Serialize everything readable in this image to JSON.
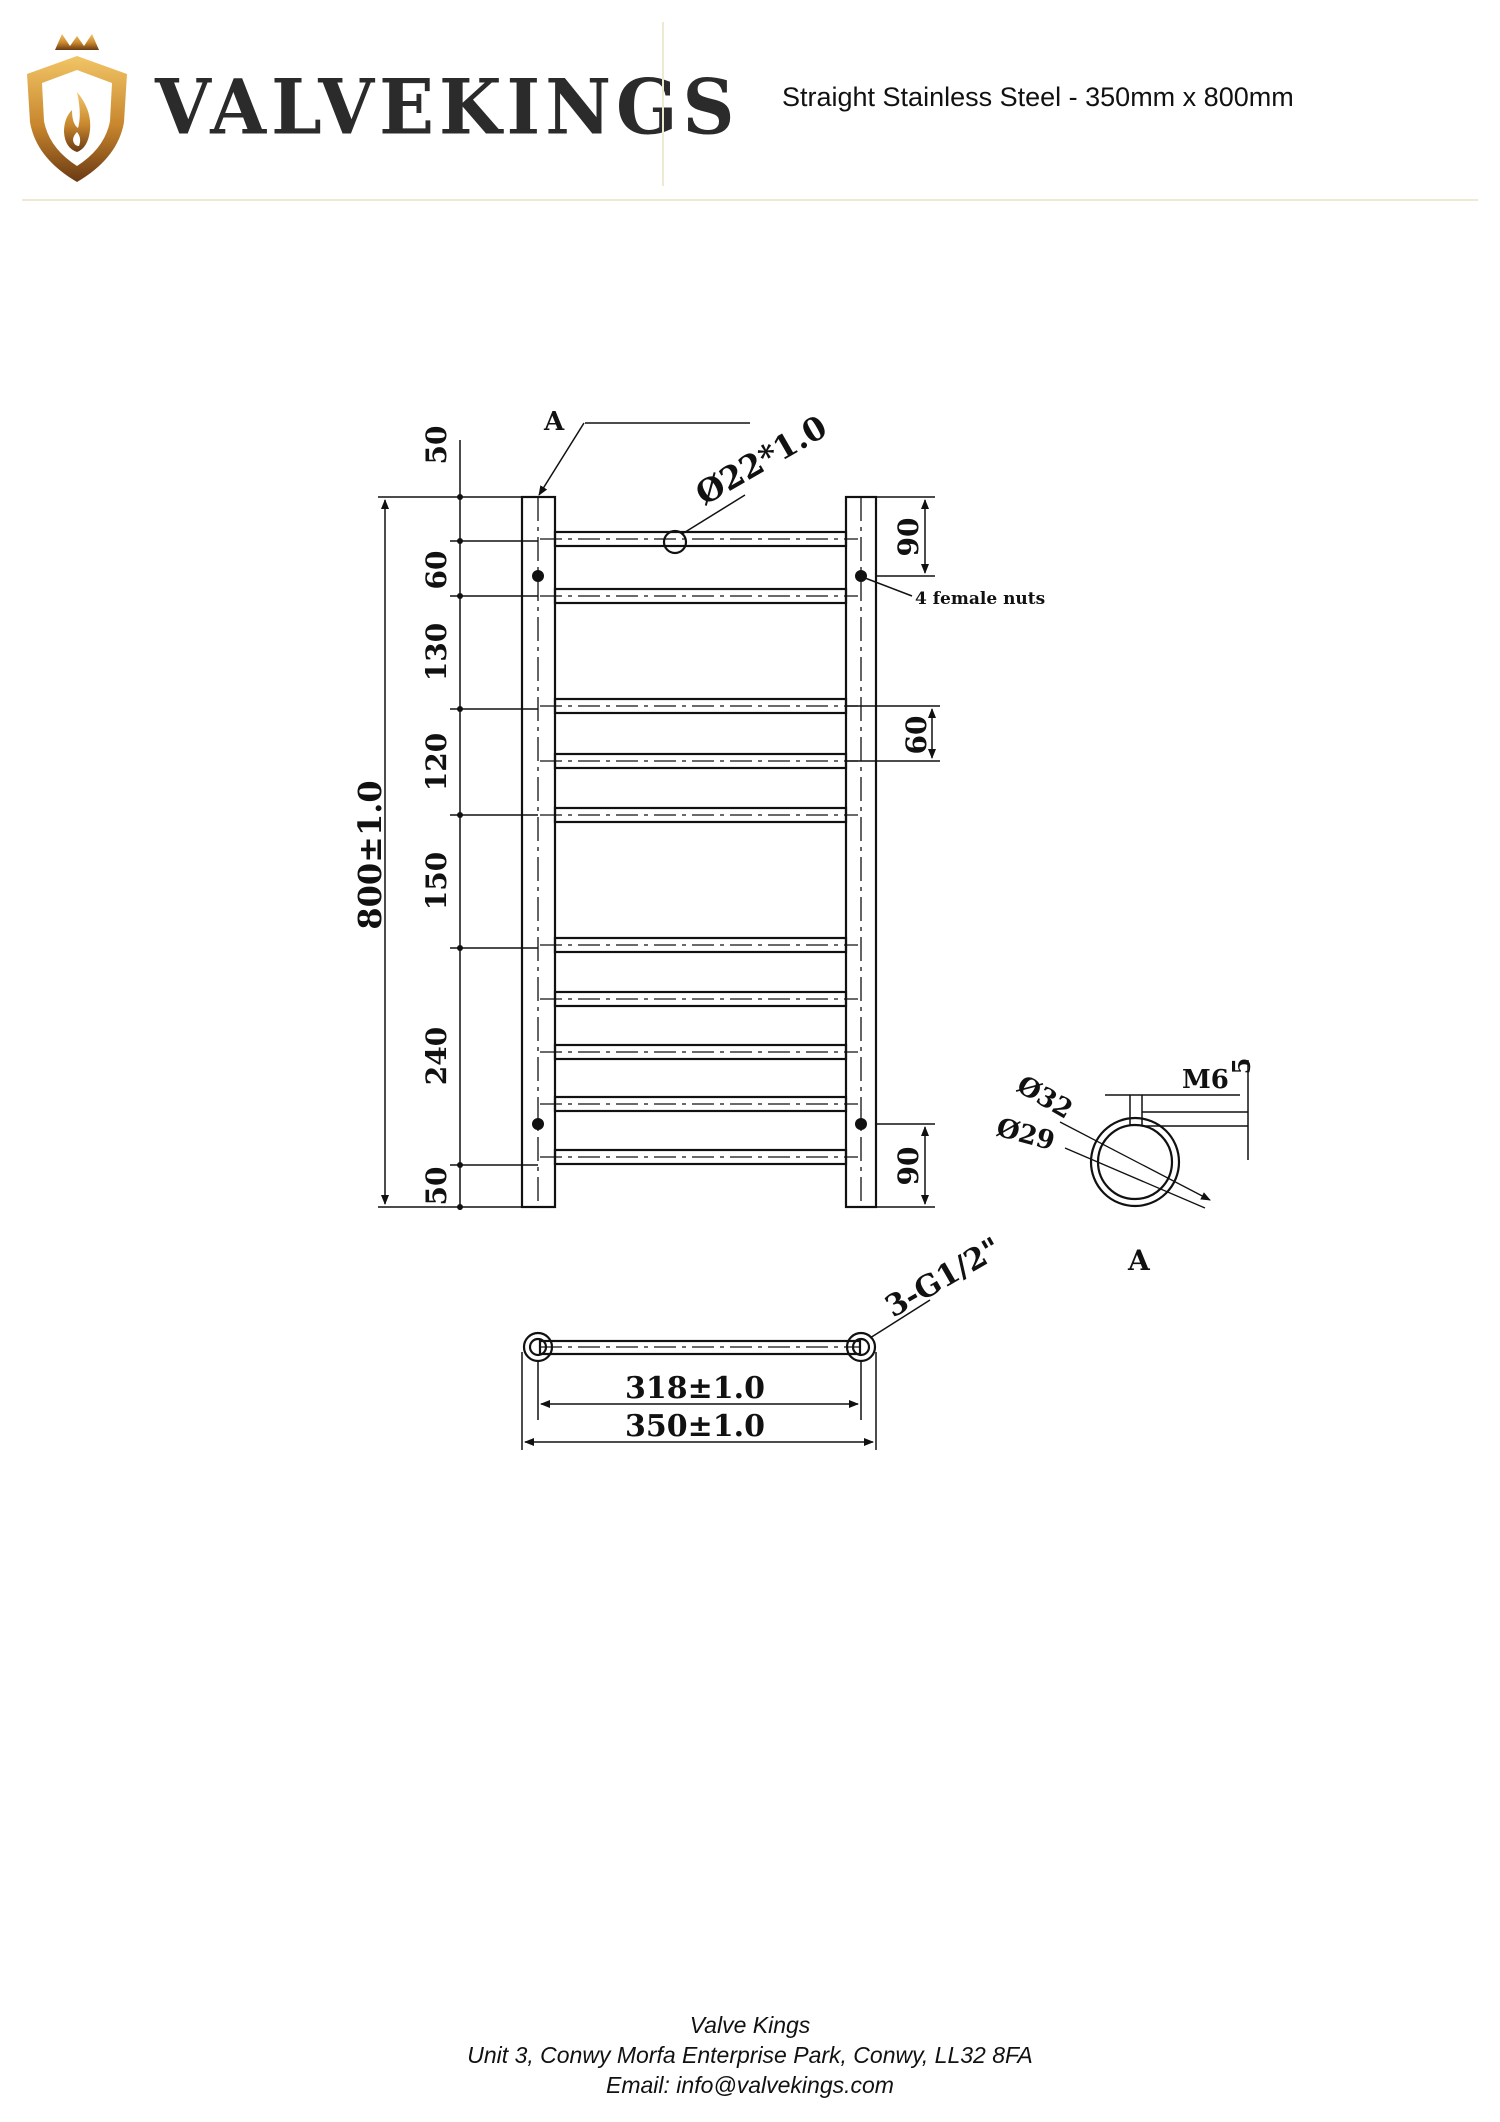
{
  "header": {
    "brand_name": "VALVEKINGS",
    "product_title": "Straight Stainless Steel - 350mm x 800mm",
    "logo_icon": "crown-shield-flame-icon",
    "divider_color": "#efe9d2",
    "logo_gradient": [
      "#f1c566",
      "#c8862d",
      "#6a3a13"
    ]
  },
  "drawing": {
    "section_marker": "A",
    "tube_label": "Ø22*1.0",
    "nuts_label": "4 female nuts",
    "height_label": "800±1.0",
    "left_dims": [
      "50",
      "60",
      "130",
      "120",
      "150",
      "240",
      "50"
    ],
    "right_dims": [
      "90",
      "60",
      "90"
    ],
    "section": {
      "outer_diameter": "Ø32",
      "inner_diameter": "Ø29",
      "thread": "M6",
      "depth": "5",
      "label": "A"
    },
    "thread_label": "3-G1/2\"",
    "centers_label": "318±1.0",
    "width_label": "350±1.0"
  },
  "footer": {
    "company": "Valve Kings",
    "address": "Unit 3, Conwy Morfa Enterprise Park, Conwy, LL32 8FA",
    "email": "Email: info@valvekings.com"
  }
}
